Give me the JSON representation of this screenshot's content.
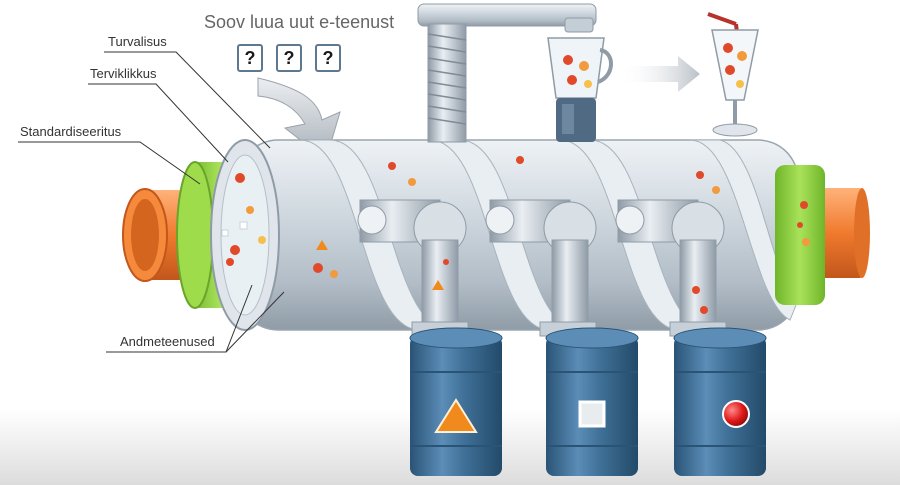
{
  "labels": {
    "top_text": "Soov luua uut e-teenust",
    "question_marks": [
      "?",
      "?",
      "?"
    ],
    "turvalisus": "Turvalisus",
    "terviklikkus": "Terviklikkus",
    "standardiseeritus": "Standardiseeritus",
    "andmeteenused": "Andmeteenused"
  },
  "icons": {
    "barrel_1": "warning-triangle-icon",
    "barrel_2": "square-icon",
    "barrel_3": "red-circle-icon"
  },
  "colors": {
    "pipe_orange": "#f07a2e",
    "ring_green": "#8fd13b",
    "tube_silver": "#c9d3dc",
    "barrel_blue": "#3f6f96",
    "triangle_orange": "#f08a1c",
    "button_red": "#e01818",
    "straw_red": "#b8322c"
  }
}
